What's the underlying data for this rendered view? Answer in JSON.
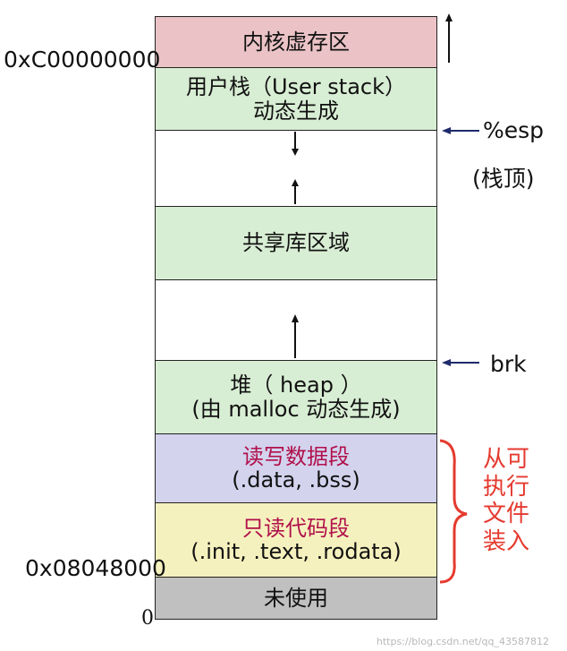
{
  "segments": {
    "kernel": {
      "line1": "内核虚存区"
    },
    "user_stack": {
      "line1": "用户栈（User stack）",
      "line2": "动态生成"
    },
    "shared_lib": {
      "line1": "共享库区域"
    },
    "heap": {
      "line1": "堆（ heap ）",
      "line2": "(由 malloc 动态生成)"
    },
    "rw": {
      "line1": "读写数据段",
      "line2": "(.data, .bss)"
    },
    "ro": {
      "line1": "只读代码段",
      "line2": "(.init, .text, .rodata)"
    },
    "unused": {
      "line1": "未使用"
    }
  },
  "left_labels": {
    "top_addr": "0xC00000000",
    "bottom_addr": "0x08048000",
    "zero": "0"
  },
  "right_labels": {
    "esp": "%esp",
    "esp_note": "(栈顶)",
    "brk": "brk",
    "loaded_from_exec": [
      "从可",
      "执行",
      "文件",
      "装入"
    ]
  },
  "watermark": "https://blog.csdn.net/qq_43587812",
  "colors": {
    "kernel": "#EBC3C6",
    "green": "#D8EED4",
    "blue": "#D3D3EE",
    "yellow": "#F5F1BE",
    "gray": "#C0C0C0",
    "red_text": "#B0104A",
    "brace_red": "#E53A2F",
    "navy_arrow": "#1F2A6B"
  }
}
